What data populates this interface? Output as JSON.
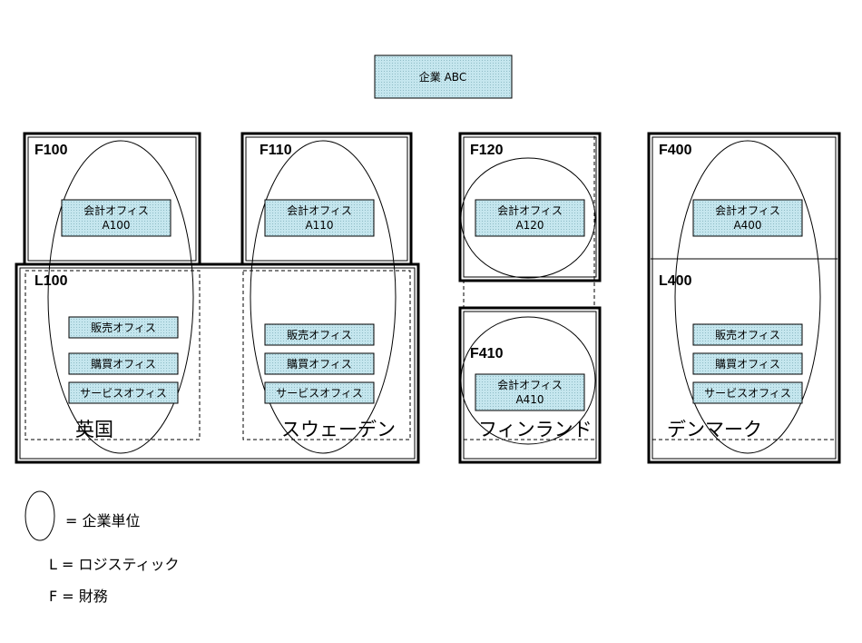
{
  "top": {
    "company": "企業 ABC"
  },
  "units": {
    "f100": "F100",
    "f110": "F110",
    "f120": "F120",
    "f400": "F400",
    "l100": "L100",
    "f410": "F410",
    "l400": "L400"
  },
  "boxes": {
    "acct_a100": [
      "会計オフィス",
      "A100"
    ],
    "acct_a110": [
      "会計オフィス",
      "A110"
    ],
    "acct_a120": [
      "会計オフィス",
      "A120"
    ],
    "acct_a400": [
      "会計オフィス",
      "A400"
    ],
    "acct_a410": [
      "会計オフィス",
      "A410"
    ],
    "sales": "販売オフィス",
    "purchasing": "購買オフィス",
    "service": "サービスオフィス"
  },
  "countries": {
    "uk": "英国",
    "sweden": "スウェーデン",
    "finland": "フィンランド",
    "denmark": "デンマーク"
  },
  "legend": {
    "ellipse": "= 企業単位",
    "logistics": "L = ロジスティック",
    "finance": "F = 財務"
  },
  "colors": {
    "box_fill": "#c5e6ee",
    "line": "#000000"
  }
}
